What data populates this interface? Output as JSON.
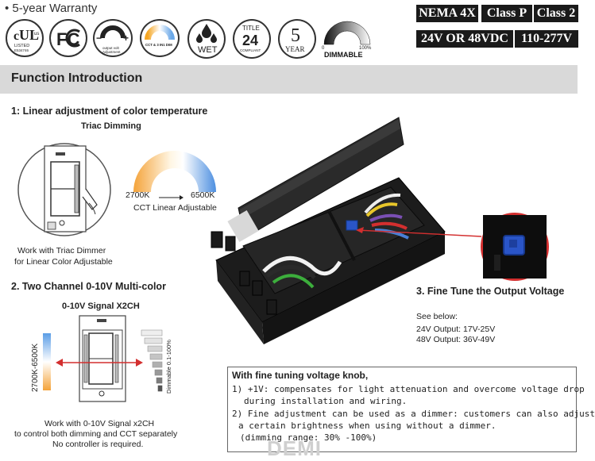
{
  "header": {
    "warranty": "5-year Warranty",
    "icons": [
      {
        "name": "ul-listed-icon",
        "text": "LISTED",
        "sub": "E534746"
      },
      {
        "name": "fcc-icon",
        "text": "FC"
      },
      {
        "name": "output-volt-adjustment-icon",
        "text": "output volt Adjustment"
      },
      {
        "name": "cct-3-in-1-dim-icon",
        "text": "CCT & 3 IN1 DIM"
      },
      {
        "name": "wet-icon",
        "text": "WET"
      },
      {
        "name": "title-24-icon",
        "top": "TITLE",
        "big": "24",
        "bottom": "COMPLIANT"
      },
      {
        "name": "five-year-icon",
        "big": "5",
        "bottom": "YEAR"
      },
      {
        "name": "dimmable-icon",
        "left": "0",
        "right": "100%",
        "text": "DIMMABLE"
      }
    ],
    "tags_row1": [
      "NEMA 4X",
      "Class P",
      "Class 2"
    ],
    "tags_row2": [
      "24V OR 48VDC",
      "110-277V"
    ]
  },
  "section": {
    "title": "Function Introduction"
  },
  "feature1": {
    "heading": "1: Linear adjustment of color temperature",
    "sub": "Triac Dimming",
    "cct_low": "2700K",
    "cct_high": "6500K",
    "cct_label": "CCT Linear Adjustable",
    "caption_line1": "Work with Triac Dimmer",
    "caption_line2": "for Linear Color Adjustable"
  },
  "feature2": {
    "heading": "2. Two Channel 0-10V Multi-color",
    "sub": "0-10V Signal X2CH",
    "left_scale": "2700K-6500K",
    "right_scale": "Dimmable 0.1-100%",
    "caption_line1": "Work with 0-10V Signal x2CH",
    "caption_line2": "to control both dimming and CCT separately",
    "caption_line3": "No controller is required."
  },
  "feature3": {
    "heading": "3. Fine Tune the Output Voltage",
    "see_below": "See below:",
    "line_24v": "24V Output: 17V-25V",
    "line_48v": "48V Output: 36V-49V"
  },
  "info_box": {
    "title": "With fine tuning voltage knob,",
    "item1_line1": "1)  +1V:  compensates for light attenuation and overcome voltage drop",
    "item1_line2": "during installation and wiring.",
    "item2_line1": "2)  Fine adjustment can be used as a dimmer:  customers can also adjust",
    "item2_line2": "a certain brightness when using without a dimmer.",
    "item2_line3": "(dimming range: 30% -100%)"
  },
  "watermark": "DEMI",
  "colors": {
    "tag_bg": "#1a1a1a",
    "section_bar": "#d9d9d9",
    "arrow_red": "#d32f2f",
    "knob_blue": "#2a55c8",
    "box_body": "#1c1c1c"
  }
}
